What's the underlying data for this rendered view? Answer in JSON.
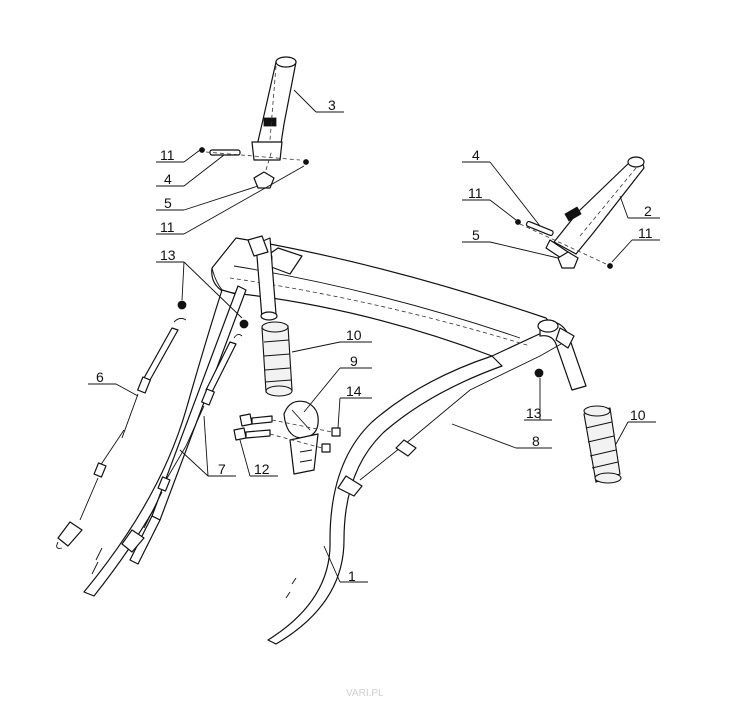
{
  "diagram": {
    "callouts": [
      {
        "id": "c1",
        "text": "1"
      },
      {
        "id": "c2",
        "text": "2"
      },
      {
        "id": "c3",
        "text": "3"
      },
      {
        "id": "c4a",
        "text": "4"
      },
      {
        "id": "c4b",
        "text": "4"
      },
      {
        "id": "c5a",
        "text": "5"
      },
      {
        "id": "c5b",
        "text": "5"
      },
      {
        "id": "c6",
        "text": "6"
      },
      {
        "id": "c7",
        "text": "7"
      },
      {
        "id": "c8",
        "text": "8"
      },
      {
        "id": "c9",
        "text": "9"
      },
      {
        "id": "c10a",
        "text": "10"
      },
      {
        "id": "c10b",
        "text": "10"
      },
      {
        "id": "c11a",
        "text": "11"
      },
      {
        "id": "c11b",
        "text": "11"
      },
      {
        "id": "c11c",
        "text": "11"
      },
      {
        "id": "c11d",
        "text": "11"
      },
      {
        "id": "c12",
        "text": "12"
      },
      {
        "id": "c13a",
        "text": "13"
      },
      {
        "id": "c13b",
        "text": "13"
      },
      {
        "id": "c14",
        "text": "14"
      }
    ],
    "watermark": "VARI.PL"
  }
}
